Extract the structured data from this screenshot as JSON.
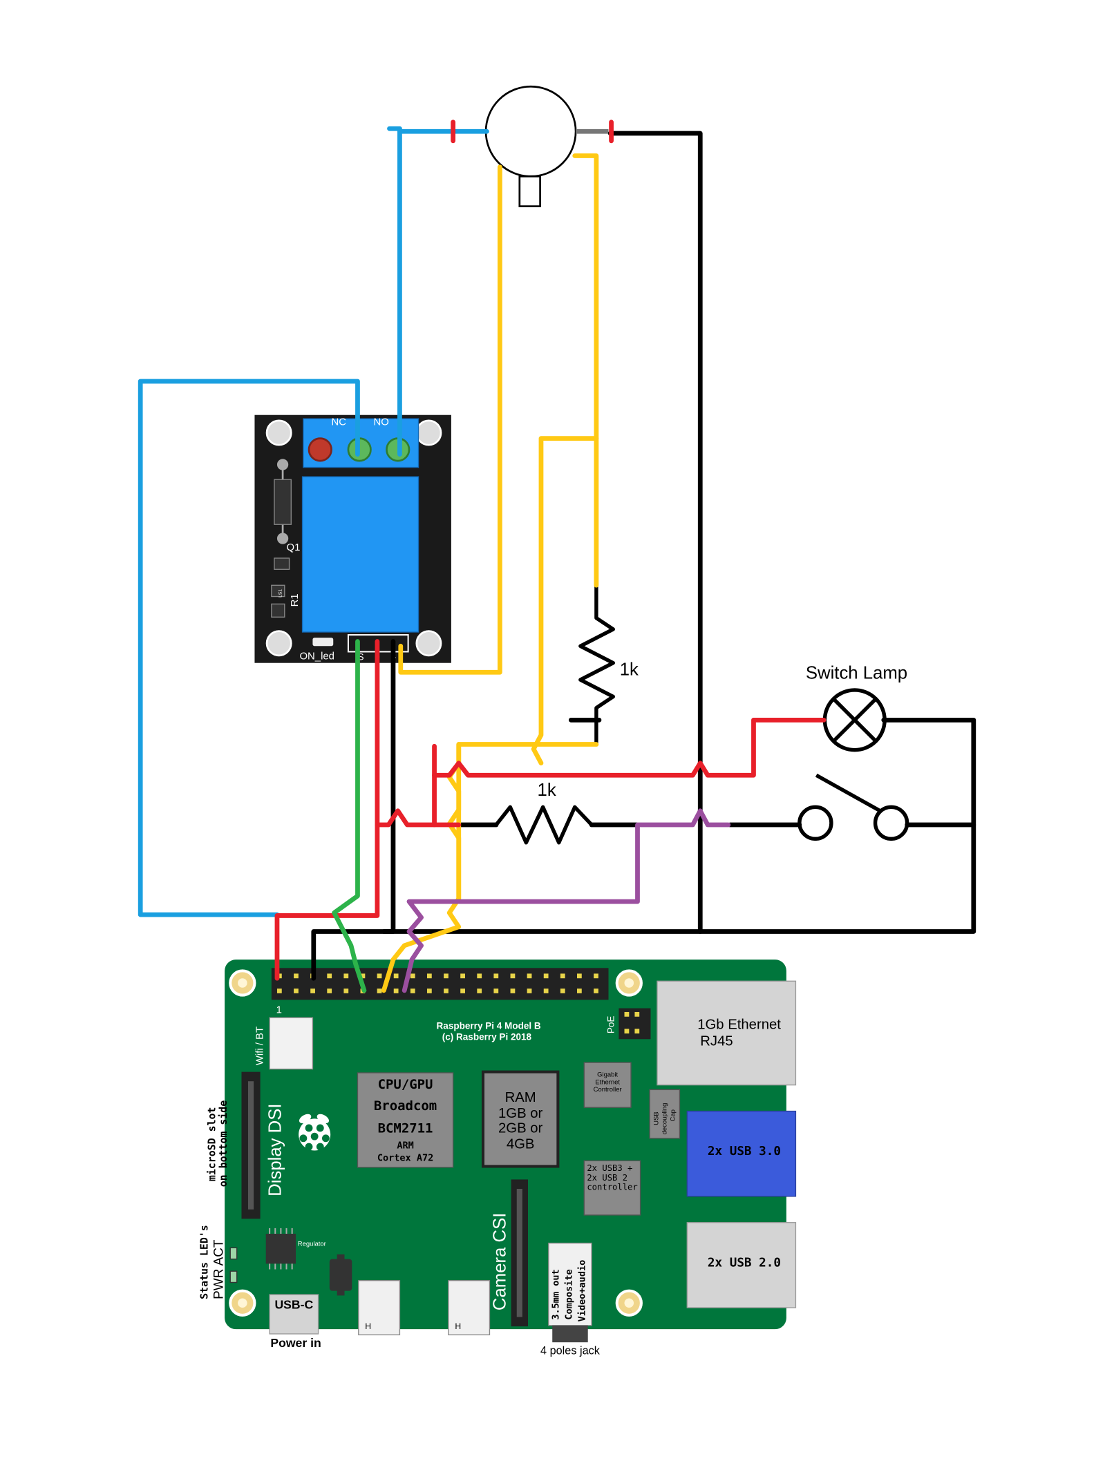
{
  "relay": {
    "nc_label": "NC",
    "no_label": "NO",
    "q1_label": "Q1",
    "r1_label": "R1",
    "ls_label": "LS1",
    "on_led_label": "ON_led",
    "pin_s_label": "S",
    "pin_plus_label": "+",
    "pin_minus_label": "-"
  },
  "resistors": {
    "r_top_label": "1k",
    "r_mid_label": "1k"
  },
  "lamp": {
    "label": "Switch Lamp"
  },
  "pi": {
    "pin1_label": "1",
    "title_line1": "Raspberry Pi 4 Model B",
    "title_line2": "(c)  Rasberry Pi 2018",
    "poe_label": "PoE",
    "ethernet_line1": "1Gb Ethernet",
    "ethernet_line2": "RJ45",
    "wifi_label": "Wifi / BT",
    "cpu_line1": "CPU/GPU",
    "cpu_line2": "Broadcom",
    "cpu_line3": "BCM2711",
    "cpu_line4": "ARM",
    "cpu_line5": "Cortex A72",
    "ram_line1": "RAM",
    "ram_line2": "1GB or",
    "ram_line3": "2GB or",
    "ram_line4": "4GB",
    "gigabit_line1": "Gigabit",
    "gigabit_line2": "Ethernet",
    "gigabit_line3": "Controller",
    "usb_cap_line1": "USB",
    "usb_cap_line2": "decoupling",
    "usb_cap_line3": "Cap",
    "usb3_label": "2x USB 3.0",
    "usb2_label": "2x USB 2.0",
    "usb_ctrl_line1": "2x USB3 +",
    "usb_ctrl_line2": "2x USB 2",
    "usb_ctrl_line3": "controller",
    "display_dsi": "Display DSI",
    "microsd_line1": "microSD slot",
    "microsd_line2": "on bottom side",
    "status_line1": "Status LED's",
    "status_line2": "PWR ACT",
    "regulator_label": "Regulator",
    "usbc_label": "USB-C",
    "power_in_label": "Power in",
    "hdmi_label": "H",
    "camera_csi": "Camera CSI",
    "jack_line1": "3.5mm out",
    "jack_line2": "Composite",
    "jack_line3": "Video+audio",
    "jack_4poles": "4 poles  jack"
  },
  "colors": {
    "wire_blue": "#1a9fe0",
    "wire_yellow": "#ffc914",
    "wire_red": "#e8202a",
    "wire_black": "#000000",
    "wire_green": "#2db34a",
    "wire_purple": "#9b4f9f",
    "pcb_green": "#00763c",
    "relay_blue": "#2196f3"
  }
}
